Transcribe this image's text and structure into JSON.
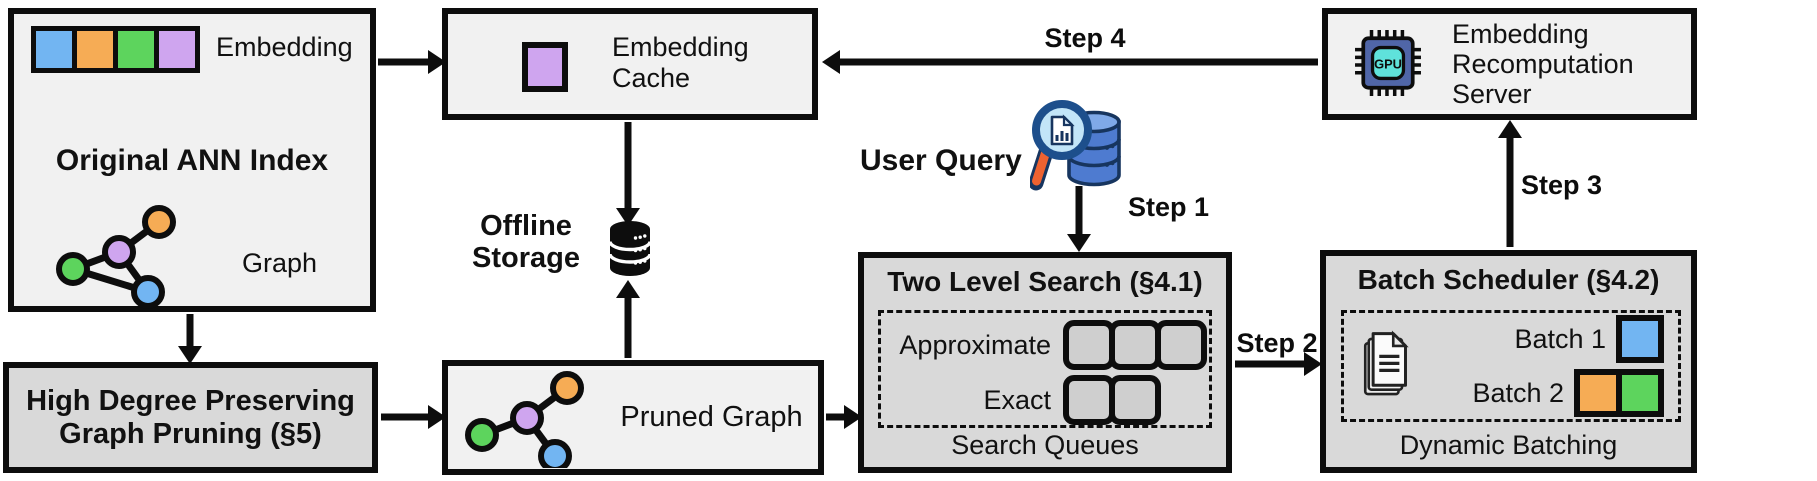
{
  "palette": {
    "node_blue": "#72B5F2",
    "node_orange": "#F6AC55",
    "node_green": "#5DD45D",
    "node_purple": "#CFA5EF",
    "box_light": "#F1F1F1",
    "box_dark": "#D9D9D9",
    "query_db_blue": "#4E7BD0",
    "magnifier_orange": "#EE6230",
    "gpu_chip_blue": "#5066A8",
    "gpu_core_cyan": "#5FE2DB"
  },
  "original_index": {
    "title": "Original ANN Index",
    "embedding_label": "Embedding",
    "graph_label": "Graph"
  },
  "embedding_cache": {
    "label": "Embedding Cache"
  },
  "offline_storage": {
    "label": "Offline Storage"
  },
  "recomputation_server": {
    "label": "Embedding Recomputation Server",
    "gpu_label": "GPU"
  },
  "graph_pruning": {
    "title": "High Degree Preserving Graph Pruning (§5)"
  },
  "pruned_graph": {
    "label": "Pruned Graph"
  },
  "user_query": {
    "label": "User Query"
  },
  "steps": {
    "step1": "Step 1",
    "step2": "Step 2",
    "step3": "Step 3",
    "step4": "Step 4"
  },
  "two_level_search": {
    "title": "Two Level Search (§4.1)",
    "rows": [
      {
        "label": "Approximate",
        "queue_count": 3
      },
      {
        "label": "Exact",
        "queue_count": 2
      }
    ],
    "caption": "Search Queues"
  },
  "batch_scheduler": {
    "title": "Batch Scheduler (§4.2)",
    "batches": [
      {
        "label": "Batch 1",
        "colors": [
          "blue"
        ]
      },
      {
        "label": "Batch 2",
        "colors": [
          "orange",
          "green"
        ]
      }
    ],
    "caption": "Dynamic Batching"
  }
}
